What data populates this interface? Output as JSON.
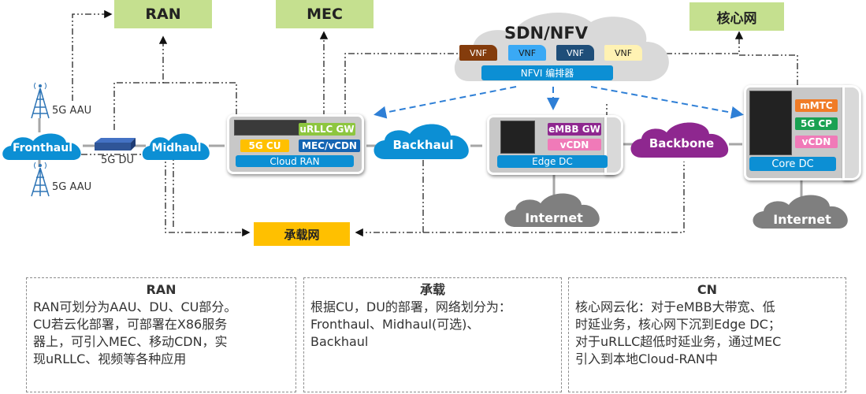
{
  "top_labels": {
    "ran": "RAN",
    "mec": "MEC",
    "core": "核心网",
    "bearer": "承载网"
  },
  "sdn": {
    "title": "SDN/NFV",
    "vnfs": [
      {
        "label": "VNF",
        "color": "#843c0c",
        "text_color": "#ffffff"
      },
      {
        "label": "VNF",
        "color": "#3aa9f5",
        "text_color": "#1a1a1a"
      },
      {
        "label": "VNF",
        "color": "#1f4e79",
        "text_color": "#ffffff"
      },
      {
        "label": "VNF",
        "color": "#fff2b3",
        "text_color": "#1a1a1a"
      }
    ],
    "nfvi": "NFVI 编排器"
  },
  "access": {
    "aau_top": "5G AAU",
    "aau_bottom": "5G AAU",
    "du": "5G DU"
  },
  "clouds": {
    "fronthaul": "Fronthaul",
    "midhaul": "Midhaul",
    "backhaul": "Backhaul",
    "backbone": "Backbone",
    "internet_edge": "Internet",
    "internet_core": "Internet"
  },
  "cloud_ran": {
    "tags": [
      "uRLLC GW",
      "5G CU",
      "MEC/vCDN"
    ],
    "footer": "Cloud RAN"
  },
  "edge_dc": {
    "tags": [
      "eMBB GW",
      "vCDN"
    ],
    "footer": "Edge DC"
  },
  "core_dc": {
    "tags": [
      "mMTC",
      "5G CP",
      "vCDN"
    ],
    "footer": "Core DC"
  },
  "colors": {
    "green_label": "#c5e08f",
    "bearer_label": "#ffc000",
    "cloud_blue": "#0c8fd4",
    "cloud_purple": "#8e278f",
    "cloud_gray": "#7f7f7f",
    "dashed_arrow": "#2e7fd6",
    "urllc": "#8dc63f",
    "cu": "#ffc000",
    "mec_vcdn": "#1565b3",
    "embb": "#8e278f",
    "vcdn": "#f07ab8",
    "mmtc": "#f07c27",
    "cp": "#1aa152"
  },
  "info": [
    {
      "title": "RAN",
      "lines": [
        "RAN可划分为AAU、DU、CU部分。",
        "CU若云化部署，可部署在X86服务",
        "器上，可引入MEC、移动CDN，实",
        "现uRLLC、视频等各种应用"
      ]
    },
    {
      "title": "承载",
      "lines": [
        "根据CU，DU的部署，网络划分为：",
        "Fronthaul、Midhaul(可选)、",
        "Backhaul"
      ]
    },
    {
      "title": "CN",
      "lines": [
        "核心网云化：对于eMBB大带宽、低",
        "时延业务，核心网下沉到Edge DC；",
        "对于uRLLC超低时延业务，通过MEC",
        "引入到本地Cloud-RAN中"
      ]
    }
  ]
}
